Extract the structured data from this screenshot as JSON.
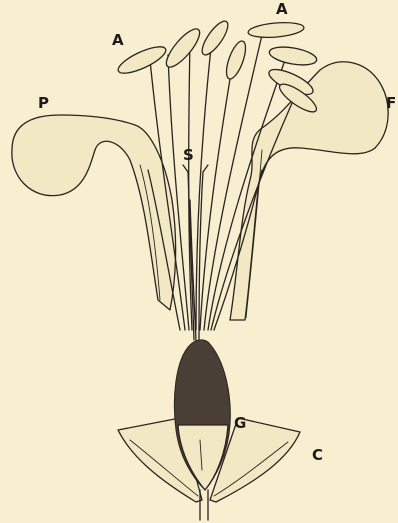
{
  "labels": {
    "anther_left": "A",
    "anther_right": "A",
    "petal_left": "P",
    "petal_right": "F",
    "style": "S",
    "ovary": "G",
    "calyx": "C"
  },
  "colors": {
    "paper": "#f7efcf",
    "ink": "#2a2420"
  }
}
